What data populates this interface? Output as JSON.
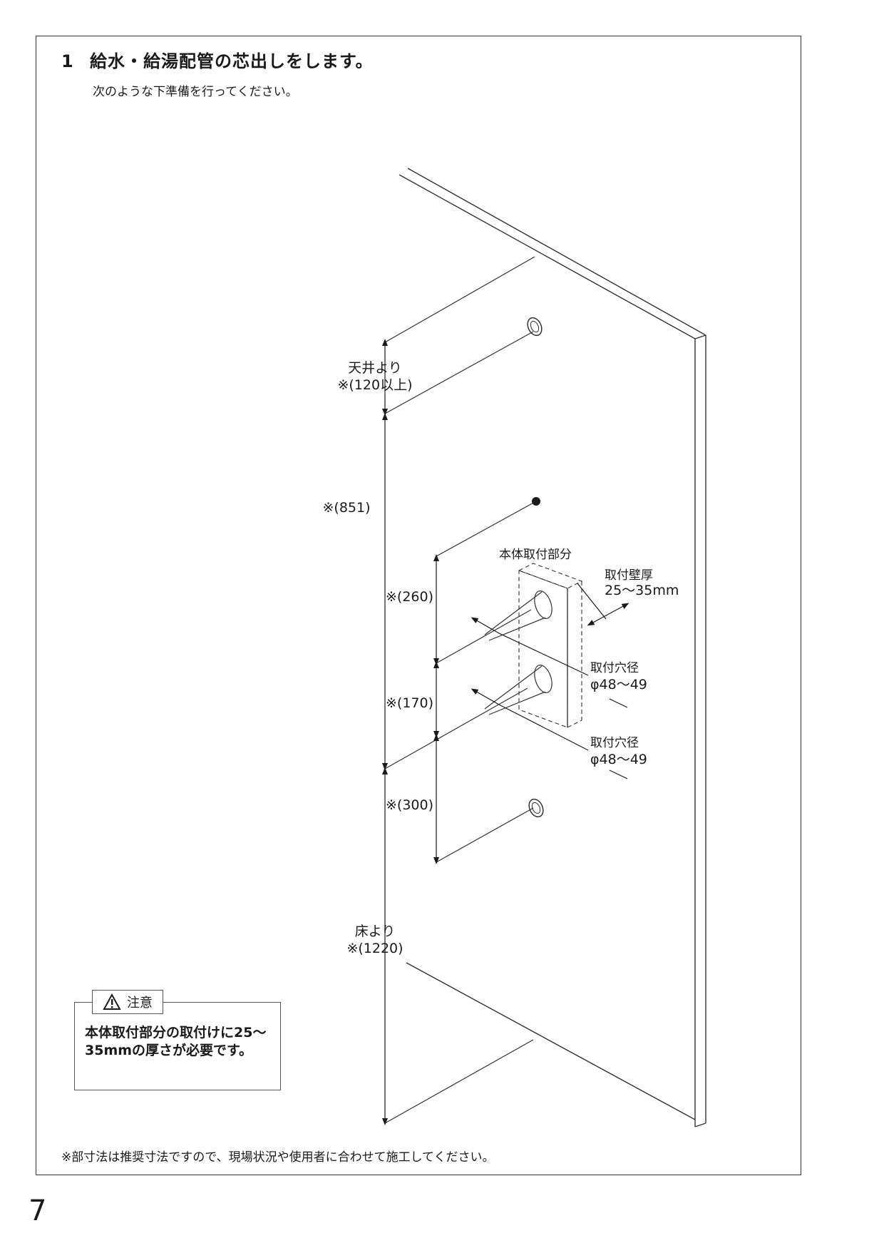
{
  "step": {
    "number": "1",
    "title": "給水・給湯配管の芯出しをします。",
    "subtitle": "次のような下準備を行ってください。"
  },
  "diagram": {
    "ceiling_label": "天井より",
    "ceiling_dim": "※(120以上)",
    "dim_851": "※(851)",
    "dim_260": "※(260)",
    "dim_170": "※(170)",
    "dim_300": "※(300)",
    "floor_label": "床より",
    "floor_dim": "※(1220)",
    "mount_area_label": "本体取付部分",
    "wall_thickness_label": "取付壁厚",
    "wall_thickness_value": "25〜35mm",
    "hole_label_1": "取付穴径",
    "hole_value_1": "φ48〜49",
    "hole_label_2": "取付穴径",
    "hole_value_2": "φ48〜49"
  },
  "caution": {
    "label": "注意",
    "icon": "warning-triangle-icon",
    "body": "本体取付部分の取付けに25〜35mmの厚さが必要です。"
  },
  "footnote": "※部寸法は推奨寸法ですので、現場状況や使用者に合わせて施工してください。",
  "page_number": "7"
}
